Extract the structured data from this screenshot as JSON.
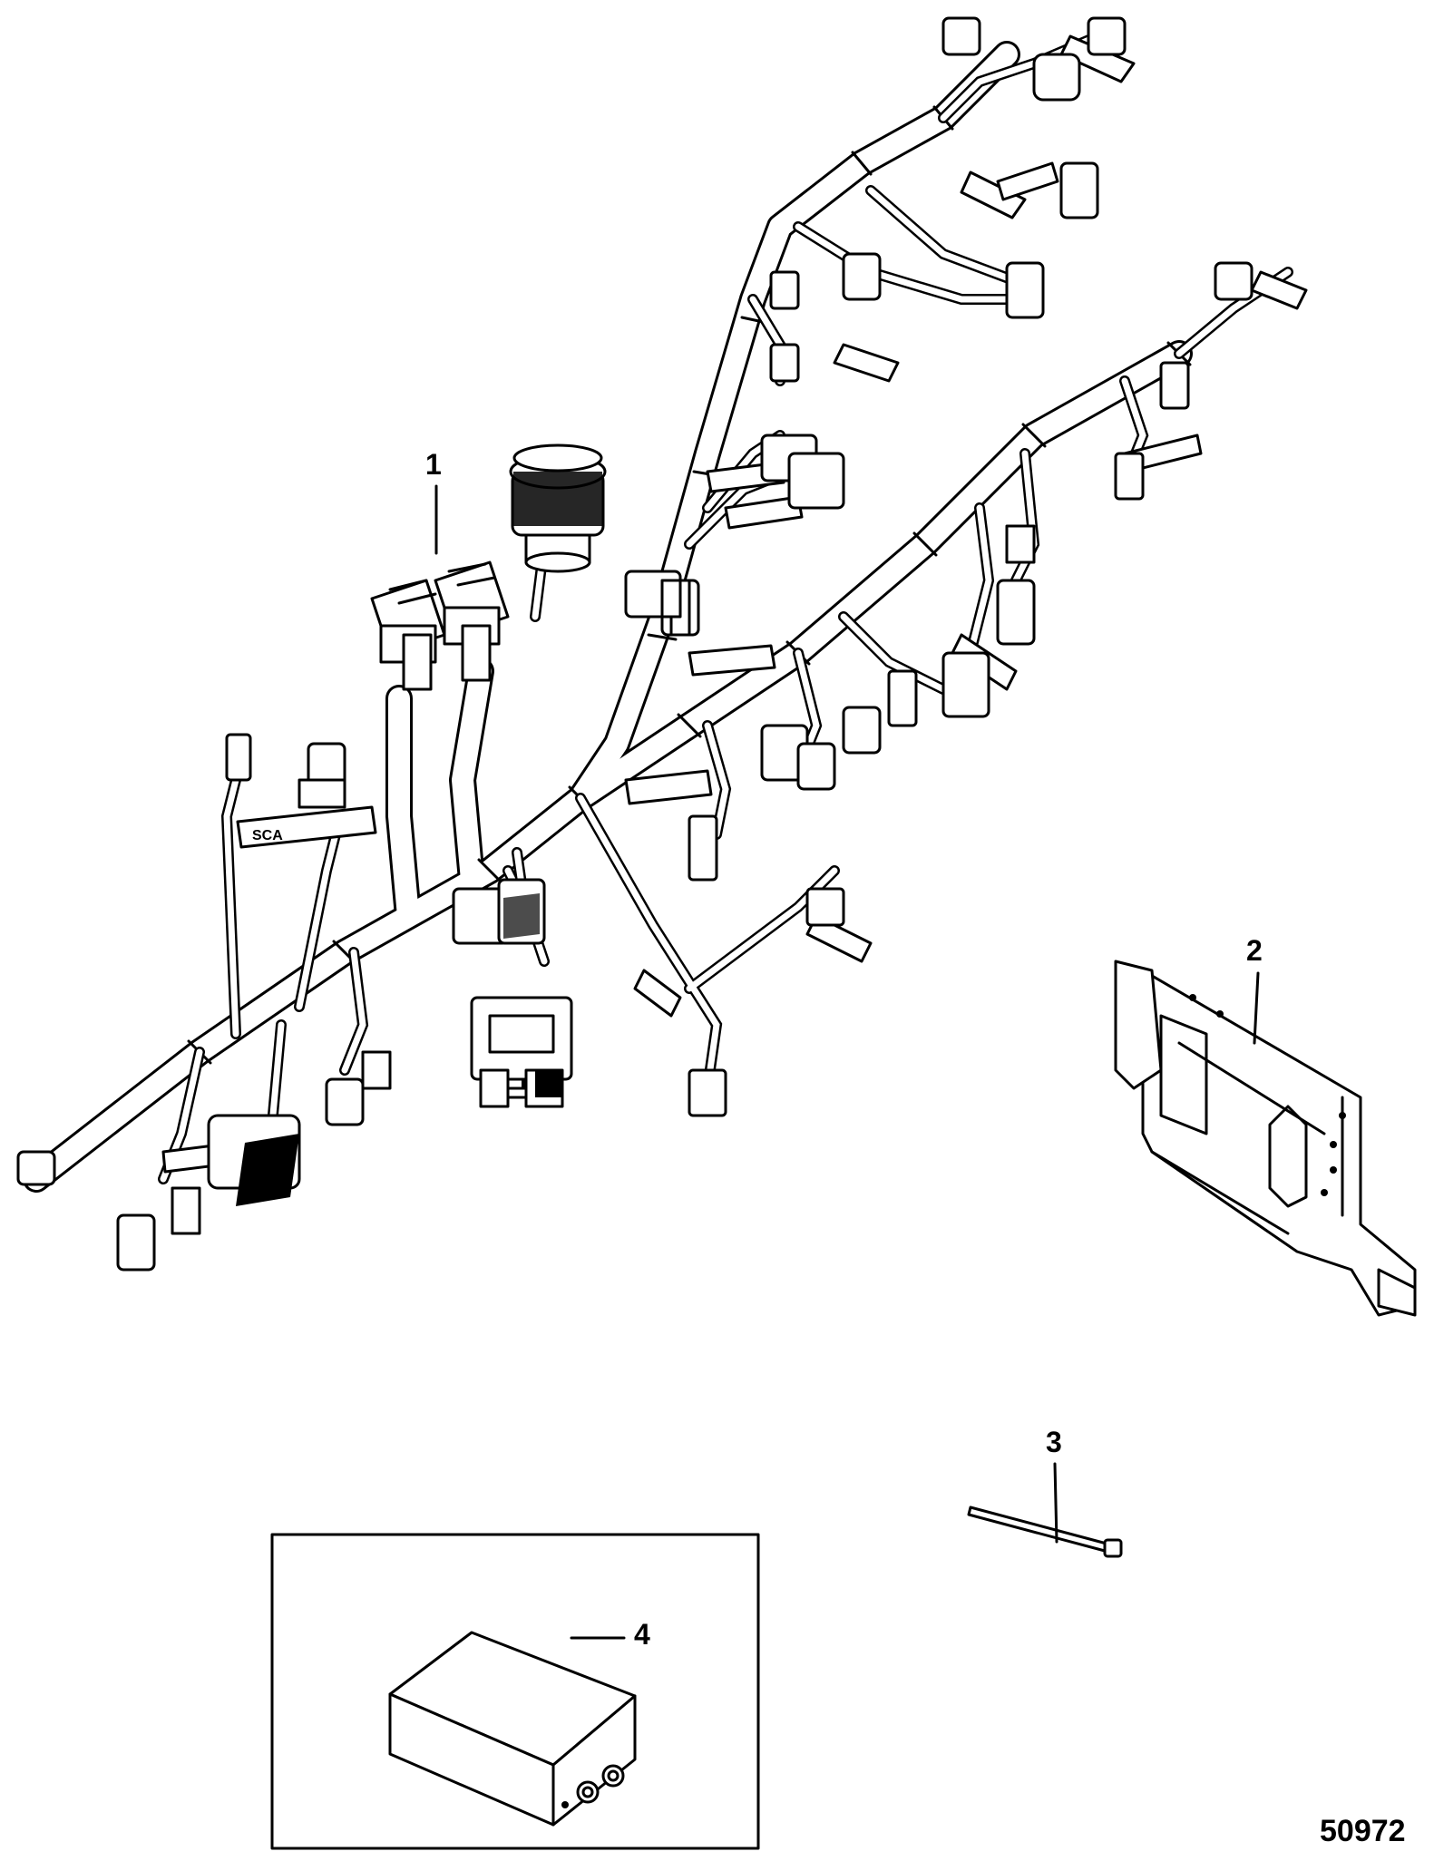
{
  "callouts": {
    "item1": "1",
    "item2": "2",
    "item3": "3",
    "item4": "4"
  },
  "label_tag": "SCA",
  "figure_number": "50972"
}
